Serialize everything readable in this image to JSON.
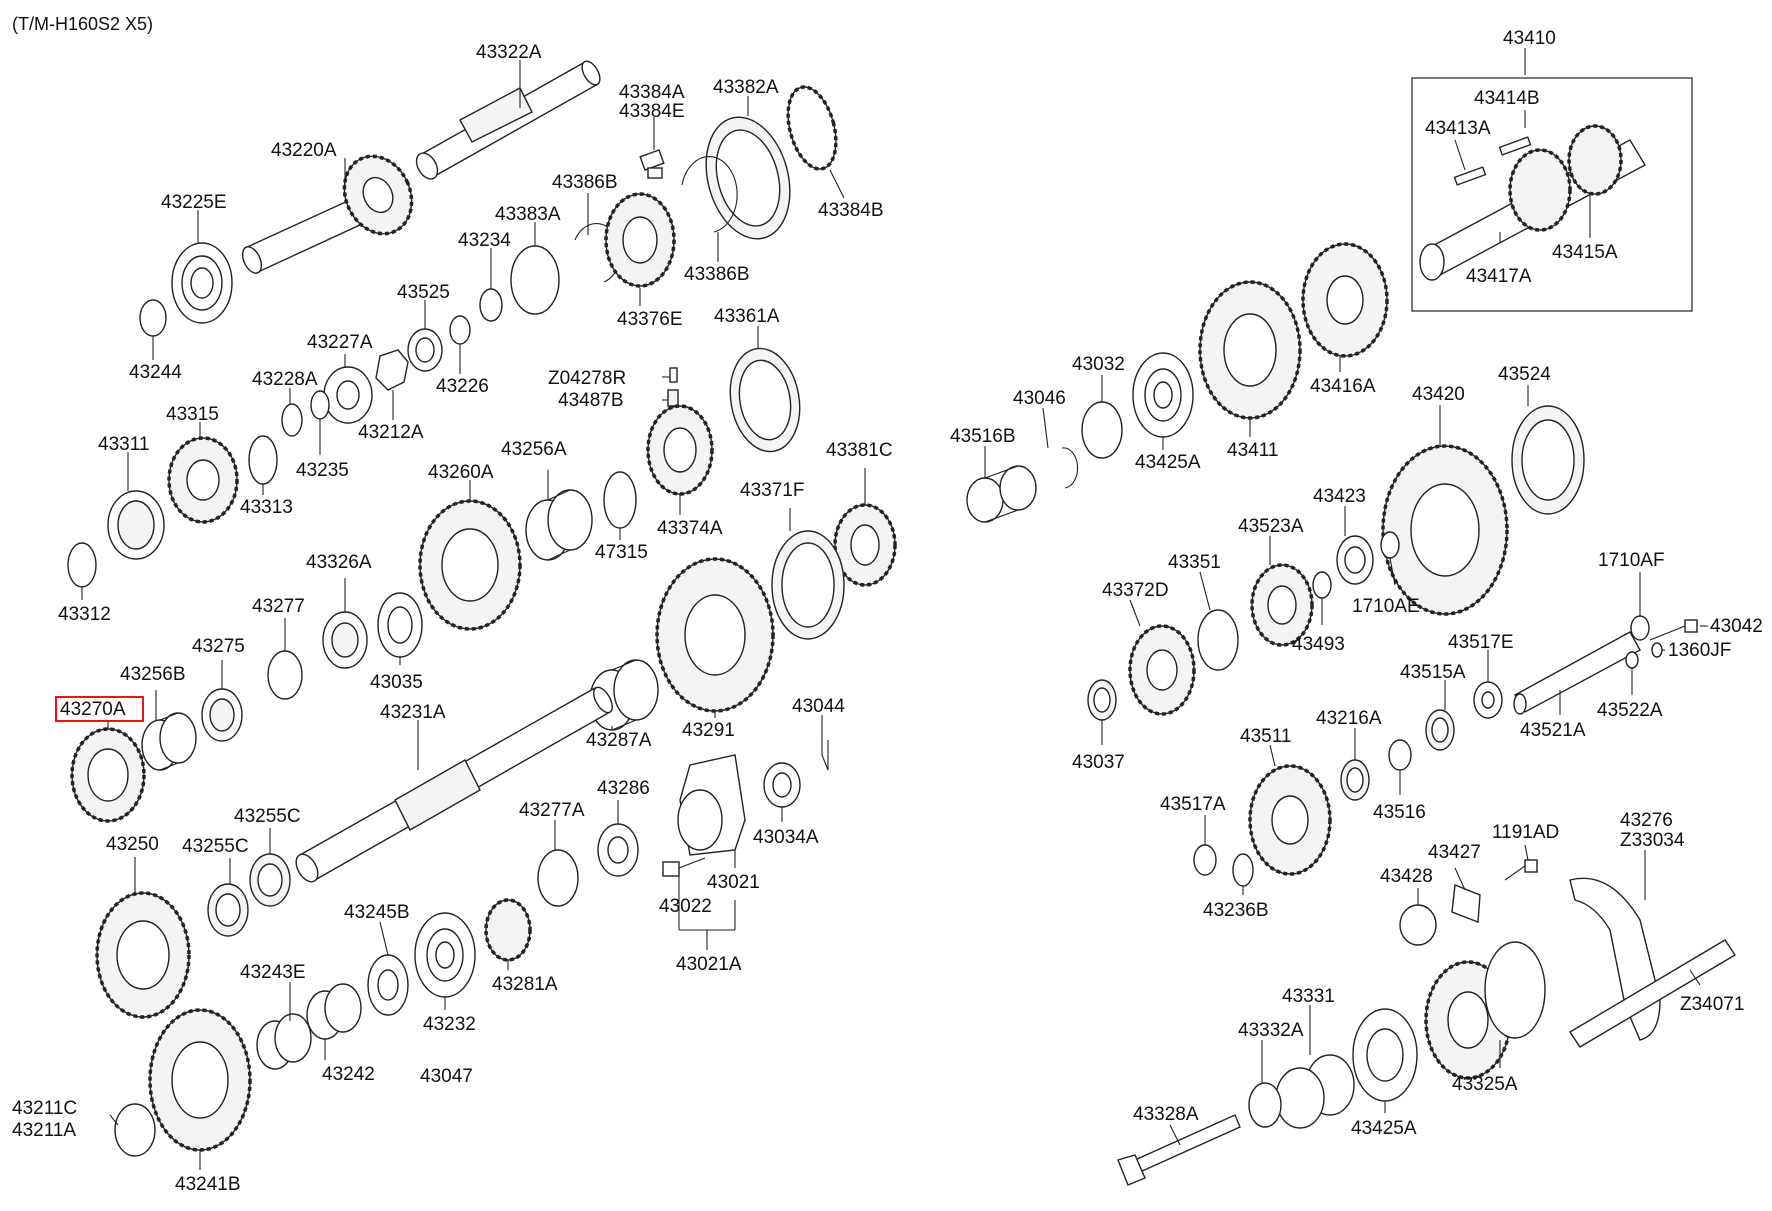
{
  "diagram": {
    "title": "(T/M-H160S2 X5)",
    "highlighted_part": "43270A",
    "highlight_color": "#dd0000",
    "inset_frame_label": "43410",
    "labels": {
      "43322A": "43322A",
      "43220A": "43220A",
      "43225E": "43225E",
      "43244": "43244",
      "43384A": "43384A",
      "43384E": "43384E",
      "43382A": "43382A",
      "43384B": "43384B",
      "43386B_top": "43386B",
      "43386B_low": "43386B",
      "43383A": "43383A",
      "43234": "43234",
      "43376E": "43376E",
      "43525": "43525",
      "43226": "43226",
      "43227A": "43227A",
      "43228A": "43228A",
      "43212A": "43212A",
      "43235": "43235",
      "43315": "43315",
      "43311": "43311",
      "43313": "43313",
      "43312": "43312",
      "43361A": "43361A",
      "Z04278R": "Z04278R",
      "43487B": "43487B",
      "43374A": "43374A",
      "43256A": "43256A",
      "43260A": "43260A",
      "47315": "47315",
      "43381C": "43381C",
      "43371F": "43371F",
      "43326A": "43326A",
      "43277": "43277",
      "43035": "43035",
      "43275": "43275",
      "43256B": "43256B",
      "43270A": "43270A",
      "43231A": "43231A",
      "43287A": "43287A",
      "43291": "43291",
      "43044": "43044",
      "43250": "43250",
      "43255C_a": "43255C",
      "43255C_b": "43255C",
      "43277A": "43277A",
      "43286": "43286",
      "43034A": "43034A",
      "43021": "43021",
      "43022": "43022",
      "43021A": "43021A",
      "43245B": "43245B",
      "43243E": "43243E",
      "43232": "43232",
      "43281A": "43281A",
      "43242": "43242",
      "43047": "43047",
      "43211C": "43211C",
      "43211A": "43211A",
      "43241B": "43241B",
      "43410": "43410",
      "43414B": "43414B",
      "43413A": "43413A",
      "43415A": "43415A",
      "43417A": "43417A",
      "43032": "43032",
      "43046": "43046",
      "43516B": "43516B",
      "43425A_top": "43425A",
      "43411": "43411",
      "43416A": "43416A",
      "43420": "43420",
      "43524": "43524",
      "43423": "43423",
      "43523A": "43523A",
      "43351": "43351",
      "43372D": "43372D",
      "43493": "43493",
      "1710AE": "1710AE",
      "1710AF": "1710AF",
      "43042": "43042",
      "1360JF": "1360JF",
      "43517E": "43517E",
      "43515A": "43515A",
      "43521A": "43521A",
      "43522A": "43522A",
      "43037": "43037",
      "43511": "43511",
      "43216A": "43216A",
      "43516": "43516",
      "43517A": "43517A",
      "43236B": "43236B",
      "43427": "43427",
      "1191AD": "1191AD",
      "43428": "43428",
      "43276": "43276",
      "Z33034": "Z33034",
      "Z34071": "Z34071",
      "43331": "43331",
      "43332A": "43332A",
      "43325A": "43325A",
      "43425A_low": "43425A",
      "43328A": "43328A"
    }
  }
}
